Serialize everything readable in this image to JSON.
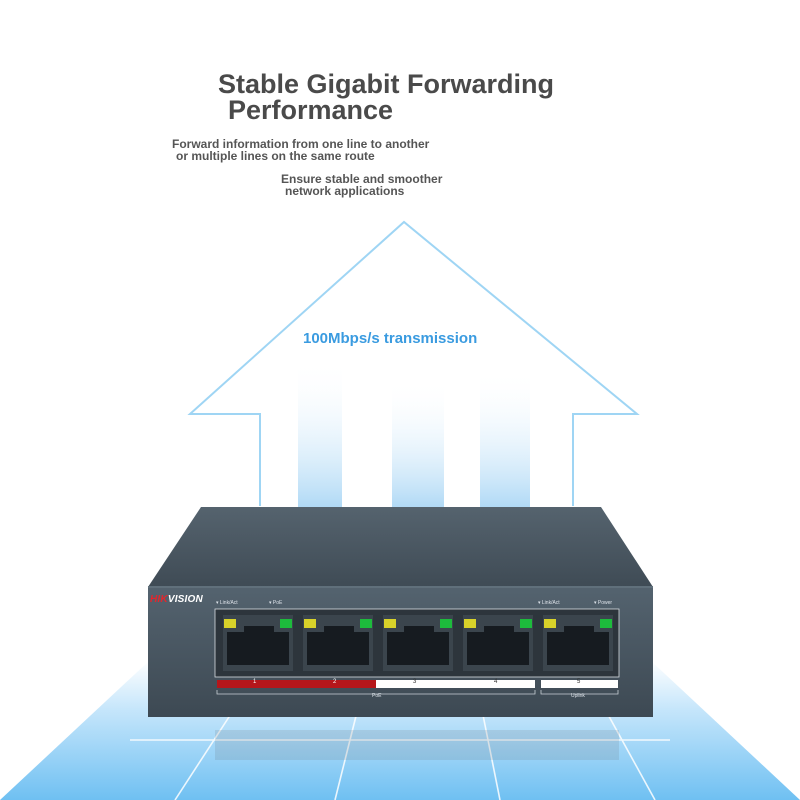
{
  "headline": {
    "line1": "Stable Gigabit Forwarding",
    "line2": "Performance"
  },
  "feature1": {
    "line1": "Forward information from one line to another",
    "line2": "or multiple lines on the same route"
  },
  "feature2": {
    "line1": "Ensure stable and smoother",
    "line2": "network applications"
  },
  "arrow_label": "100Mbps/s transmission",
  "device": {
    "brand_prefix": "HIK",
    "brand_suffix": "VISION",
    "left_led_labels": [
      "Link/Act",
      "PoE"
    ],
    "right_led_labels": [
      "Link/Act",
      "Power"
    ],
    "ports": [
      "1",
      "2",
      "3",
      "4",
      "5"
    ],
    "group_poe": "PoE",
    "group_uplink": "Uplink"
  },
  "colors": {
    "accent_blue": "#3a9be0",
    "brand_red": "#e3262c",
    "device_body": "#4b5a66",
    "poe_strip_red": "#b5161b"
  }
}
